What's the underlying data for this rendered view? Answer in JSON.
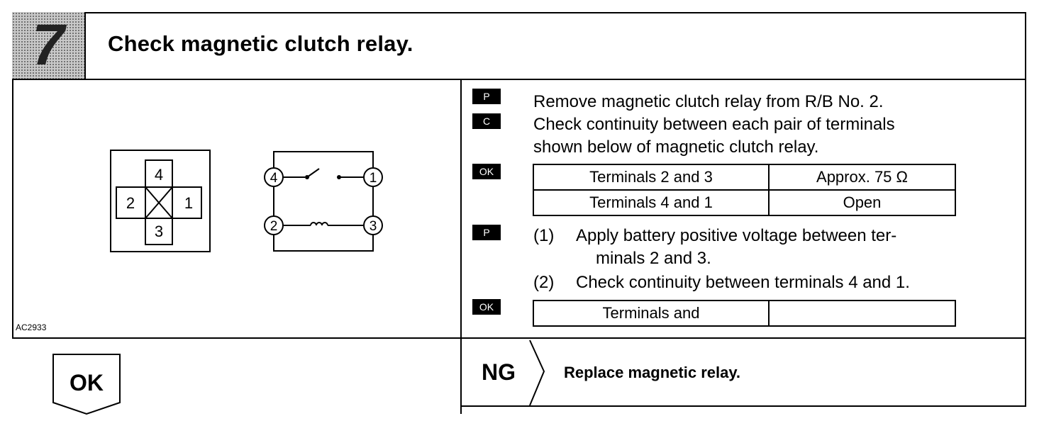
{
  "step": {
    "number": "7",
    "title": "Check magnetic clutch relay."
  },
  "figure": {
    "label": "AC2933",
    "connector_terminals": [
      "4",
      "2",
      "1",
      "3"
    ],
    "circuit_terminals": [
      "4",
      "1",
      "2",
      "3"
    ]
  },
  "instructions": {
    "p1_badge": "P",
    "p1_text": "Remove magnetic clutch relay from R/B No. 2.",
    "c_badge": "C",
    "c_text_line1": "Check continuity between each pair of terminals",
    "c_text_line2": "shown below of magnetic clutch relay.",
    "ok1_badge": "OK",
    "table1": [
      [
        "Terminals 2 and 3",
        "Approx. 75 Ω"
      ],
      [
        "Terminals 4 and 1",
        "Open"
      ]
    ],
    "p2_badge": "P",
    "step1_num": "(1)",
    "step1_line1": "Apply battery positive voltage between ter-",
    "step1_line2": "minals 2 and 3.",
    "step2_num": "(2)",
    "step2_text": "Check continuity between terminals 4 and 1.",
    "ok2_badge": "OK",
    "table2": [
      [
        "Terminals and",
        ""
      ]
    ]
  },
  "ok_button": "OK",
  "ng": {
    "label": "NG",
    "text": "Replace magnetic relay."
  }
}
